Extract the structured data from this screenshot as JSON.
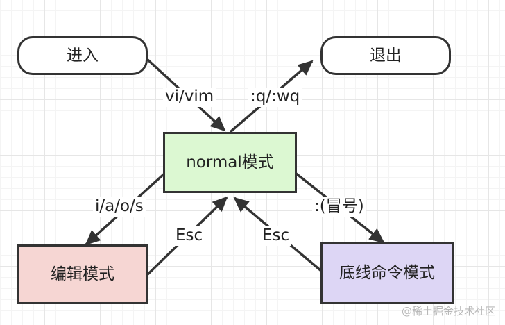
{
  "nodes": {
    "enter": "进入",
    "exit": "退出",
    "normal": "normal模式",
    "edit": "编辑模式",
    "command": "底线命令模式"
  },
  "edges": {
    "enter_to_normal": "vi/vim",
    "normal_to_exit": ":q/:wq",
    "normal_to_edit": "i/a/o/s",
    "edit_to_normal": "Esc",
    "normal_to_command": ":(冒号)",
    "command_to_normal": "Esc"
  },
  "colors": {
    "normal_fill": "#dcf8d2",
    "edit_fill": "#f6d6d3",
    "command_fill": "#ddd6f5",
    "line": "#333333"
  },
  "watermark": "@稀土掘金技术社区"
}
